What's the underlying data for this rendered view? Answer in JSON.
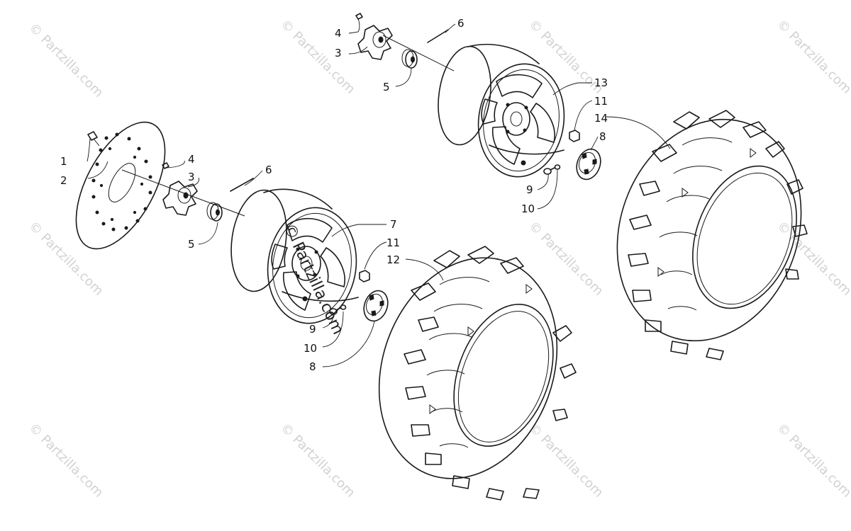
{
  "watermark": {
    "text": "© Partzilla.com"
  },
  "callouts": [
    {
      "id": "c1",
      "label": "1"
    },
    {
      "id": "c2",
      "label": "2"
    },
    {
      "id": "c3a",
      "label": "3"
    },
    {
      "id": "c4a",
      "label": "4"
    },
    {
      "id": "c5a",
      "label": "5"
    },
    {
      "id": "c6a",
      "label": "6"
    },
    {
      "id": "c7",
      "label": "7"
    },
    {
      "id": "c11a",
      "label": "11"
    },
    {
      "id": "c12",
      "label": "12"
    },
    {
      "id": "c9a",
      "label": "9"
    },
    {
      "id": "c10a",
      "label": "10"
    },
    {
      "id": "c8a",
      "label": "8"
    },
    {
      "id": "c4b",
      "label": "4"
    },
    {
      "id": "c3b",
      "label": "3"
    },
    {
      "id": "c6b",
      "label": "6"
    },
    {
      "id": "c5b",
      "label": "5"
    },
    {
      "id": "c13",
      "label": "13"
    },
    {
      "id": "c11b",
      "label": "11"
    },
    {
      "id": "c14",
      "label": "14"
    },
    {
      "id": "c8b",
      "label": "8"
    },
    {
      "id": "c9b",
      "label": "9"
    },
    {
      "id": "c10b",
      "label": "10"
    }
  ]
}
